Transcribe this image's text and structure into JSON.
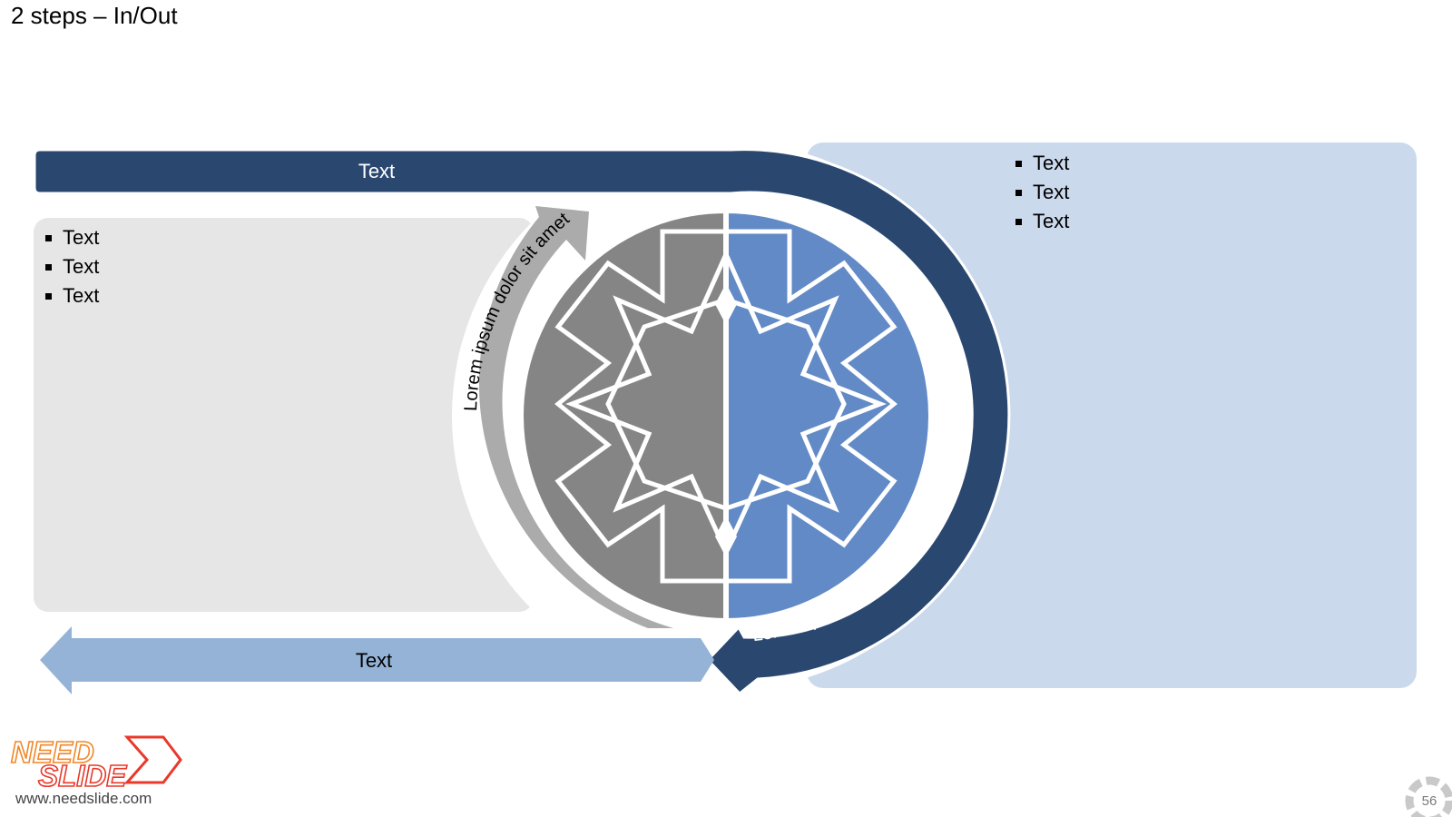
{
  "slide": {
    "title": "2 steps – In/Out"
  },
  "diagram": {
    "top_arrow_label": "Text",
    "bottom_arrow_label": "Text",
    "inner_arc_label": "Lorem ipsum dolor sit amet",
    "outer_arc_label": "Lorem ipsum dolor sit amet",
    "left_panel": {
      "bullets": [
        "Text",
        "Text",
        "Text"
      ]
    },
    "right_panel": {
      "bullets": [
        "Text",
        "Text",
        "Text"
      ]
    }
  },
  "colors": {
    "dark_blue": "#2a4770",
    "light_blue": "#95b3d7",
    "pale_blue_panel": "#cbd9ec",
    "light_gray_panel": "#e6e6e6",
    "gray_arc": "#ababab",
    "medallion_gray": "#858585",
    "medallion_blue": "#628ac6"
  },
  "footer": {
    "logo_line1": "NEED",
    "logo_line2": "SLIDE",
    "website": "www.needslide.com",
    "page_number": "56"
  }
}
